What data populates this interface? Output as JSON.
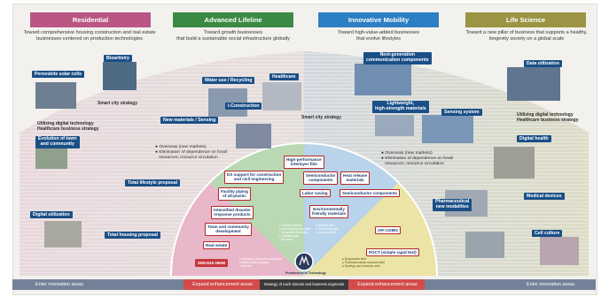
{
  "categories": [
    {
      "name": "Residential",
      "color": "#b95684",
      "desc": [
        "Toward comprehensive housing construction and real estate",
        "businesses centered on production technologies"
      ]
    },
    {
      "name": "Advanced Lifeline",
      "color": "#3b8a44",
      "desc": [
        "Toward growth businesses",
        "that build a sustainable social infrastructure globally"
      ]
    },
    {
      "name": "Innovative Mobility",
      "color": "#2d7fc3",
      "desc": [
        "Toward high-value-added businesses",
        "that evolve lifestyles"
      ]
    },
    {
      "name": "Life Science",
      "color": "#9a9444",
      "desc": [
        "Toward a new pillar of business that supports a healthy,",
        "longevity society on a global scale"
      ]
    }
  ],
  "outer_labels": [
    "Perovskite solar cells",
    "Bioartistry",
    "Water use / Recycling",
    "Healthcare",
    "Next-generation communication components",
    "Data utilization",
    "New materials / Sensing",
    "i-Construction",
    "Lightweight, high-strength materials",
    "Sensing system",
    "Evolution of town and community",
    "Digital health",
    "Total lifestyle proposal",
    "Pharmaceutical new modalities",
    "Medical devices",
    "Digital utilization",
    "Total housing proposal",
    "Cell culture"
  ],
  "strategies": {
    "smart_city_left": "Smart city strategy",
    "digital_left": [
      "Utilizing digital technology",
      "Healthcare business strategy"
    ],
    "smart_city_mid": "Smart city strategy",
    "digital_right": [
      "Utilizing digital technology",
      "Healthcare business strategy"
    ]
  },
  "bullets_left": [
    "Overseas (new markets)",
    "Elimination of dependence on fossil",
    "resources; resource circulation"
  ],
  "bullets_right": [
    "Overseas (new markets)",
    "Elimination of dependence on fossil",
    "resources; resource circulation"
  ],
  "semicircle": {
    "hp_interlayer": [
      "High-performance",
      "interlayer film"
    ],
    "dx_support": [
      "DX support for construction",
      "and civil engineering"
    ],
    "semicon_components_top": [
      "Semiconductor",
      "components"
    ],
    "heat_release": [
      "Heat release",
      "materials"
    ],
    "facility_piping": [
      "Facility piping",
      "of all-plastic"
    ],
    "labor_saving": "Labor saving",
    "semicon_components": "Semiconductor components",
    "intensified_disaster": [
      "Intensified disaster",
      "response products"
    ],
    "env_friendly": [
      "Environmentally",
      "friendly materials"
    ],
    "town_community": [
      "Town and community",
      "development"
    ],
    "api_cdmo": "API CDMO",
    "real_estate": "Real estate",
    "poct": "POCT (simple rapid test)",
    "sekisui_heim": "SEKISUI HEIM",
    "center": "Prominence in Technology"
  },
  "tiny_groups": {
    "residential": [
      "Housing construction business",
      "Real estate business",
      "Service"
    ],
    "lifeline": [
      "Piping/Systems",
      "Housing/Infrastructure",
      "Composite Materials",
      "Infrastructure",
      "Renewal"
    ],
    "mobility": [
      "Mobility field",
      "Electronics field",
      "Industrial field"
    ],
    "life": [
      "Diagnostics field",
      "Pharmaceuticals sciences field",
      "Synergy use business area"
    ]
  },
  "footer": {
    "enter_left": "Enter innovation areas",
    "expand_left": "Expand enhancement areas",
    "strategy": "Strategy of each domain and business segments",
    "expand_right": "Expand enhancement areas",
    "enter_right": "Enter innovation areas"
  }
}
